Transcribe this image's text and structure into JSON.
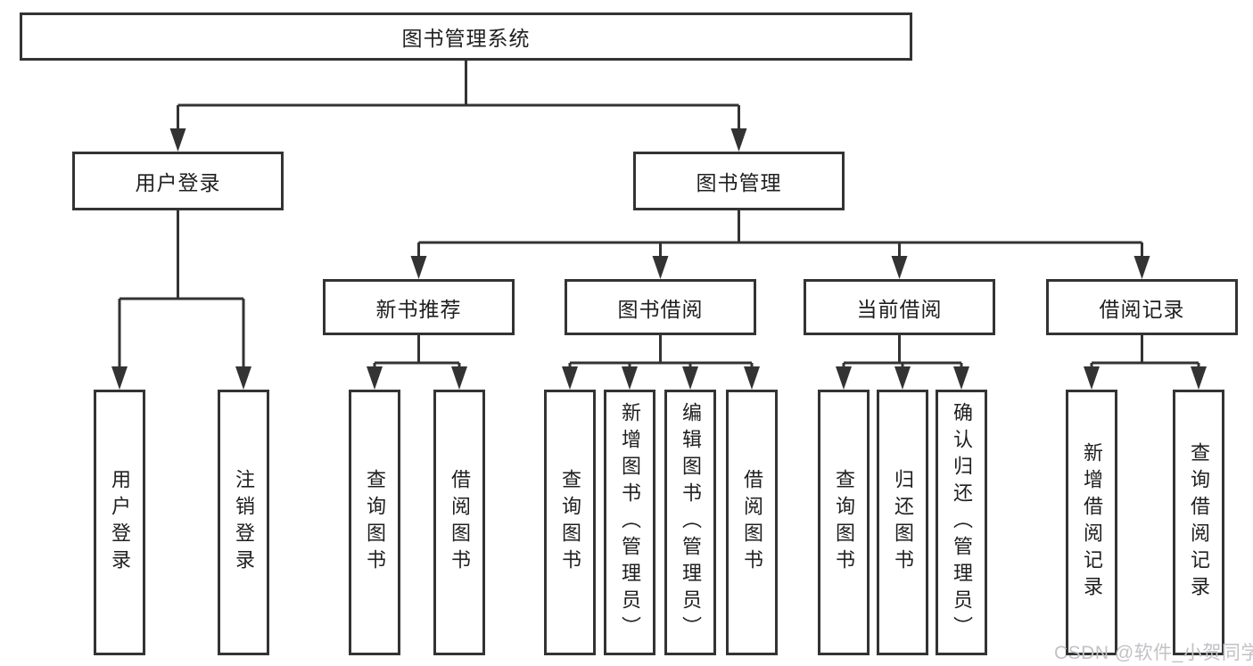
{
  "diagram": {
    "root": {
      "label": "图书管理系统"
    },
    "branches": [
      {
        "label": "用户登录",
        "children": [
          {
            "label": "用户登录"
          },
          {
            "label": "注销登录"
          }
        ]
      },
      {
        "label": "图书管理",
        "children": [
          {
            "label": "新书推荐",
            "children": [
              {
                "label": "查询图书"
              },
              {
                "label": "借阅图书"
              }
            ]
          },
          {
            "label": "图书借阅",
            "children": [
              {
                "label": "查询图书"
              },
              {
                "label": "新增图书（管理员）"
              },
              {
                "label": "编辑图书（管理员）"
              },
              {
                "label": "借阅图书"
              }
            ]
          },
          {
            "label": "当前借阅",
            "children": [
              {
                "label": "查询图书"
              },
              {
                "label": "归还图书"
              },
              {
                "label": "确认归还（管理员）"
              }
            ]
          },
          {
            "label": "借阅记录",
            "children": [
              {
                "label": "新增借阅记录"
              },
              {
                "label": "查询借阅记录"
              }
            ]
          }
        ]
      }
    ]
  },
  "watermark": {
    "text": "CSDN @软件_小贺同学"
  },
  "colors": {
    "line": "#333333",
    "box_background": "#ffffff",
    "text": "#1f1f1f",
    "watermark_text": "#c2c2c6",
    "page_background": "#ffffff"
  }
}
